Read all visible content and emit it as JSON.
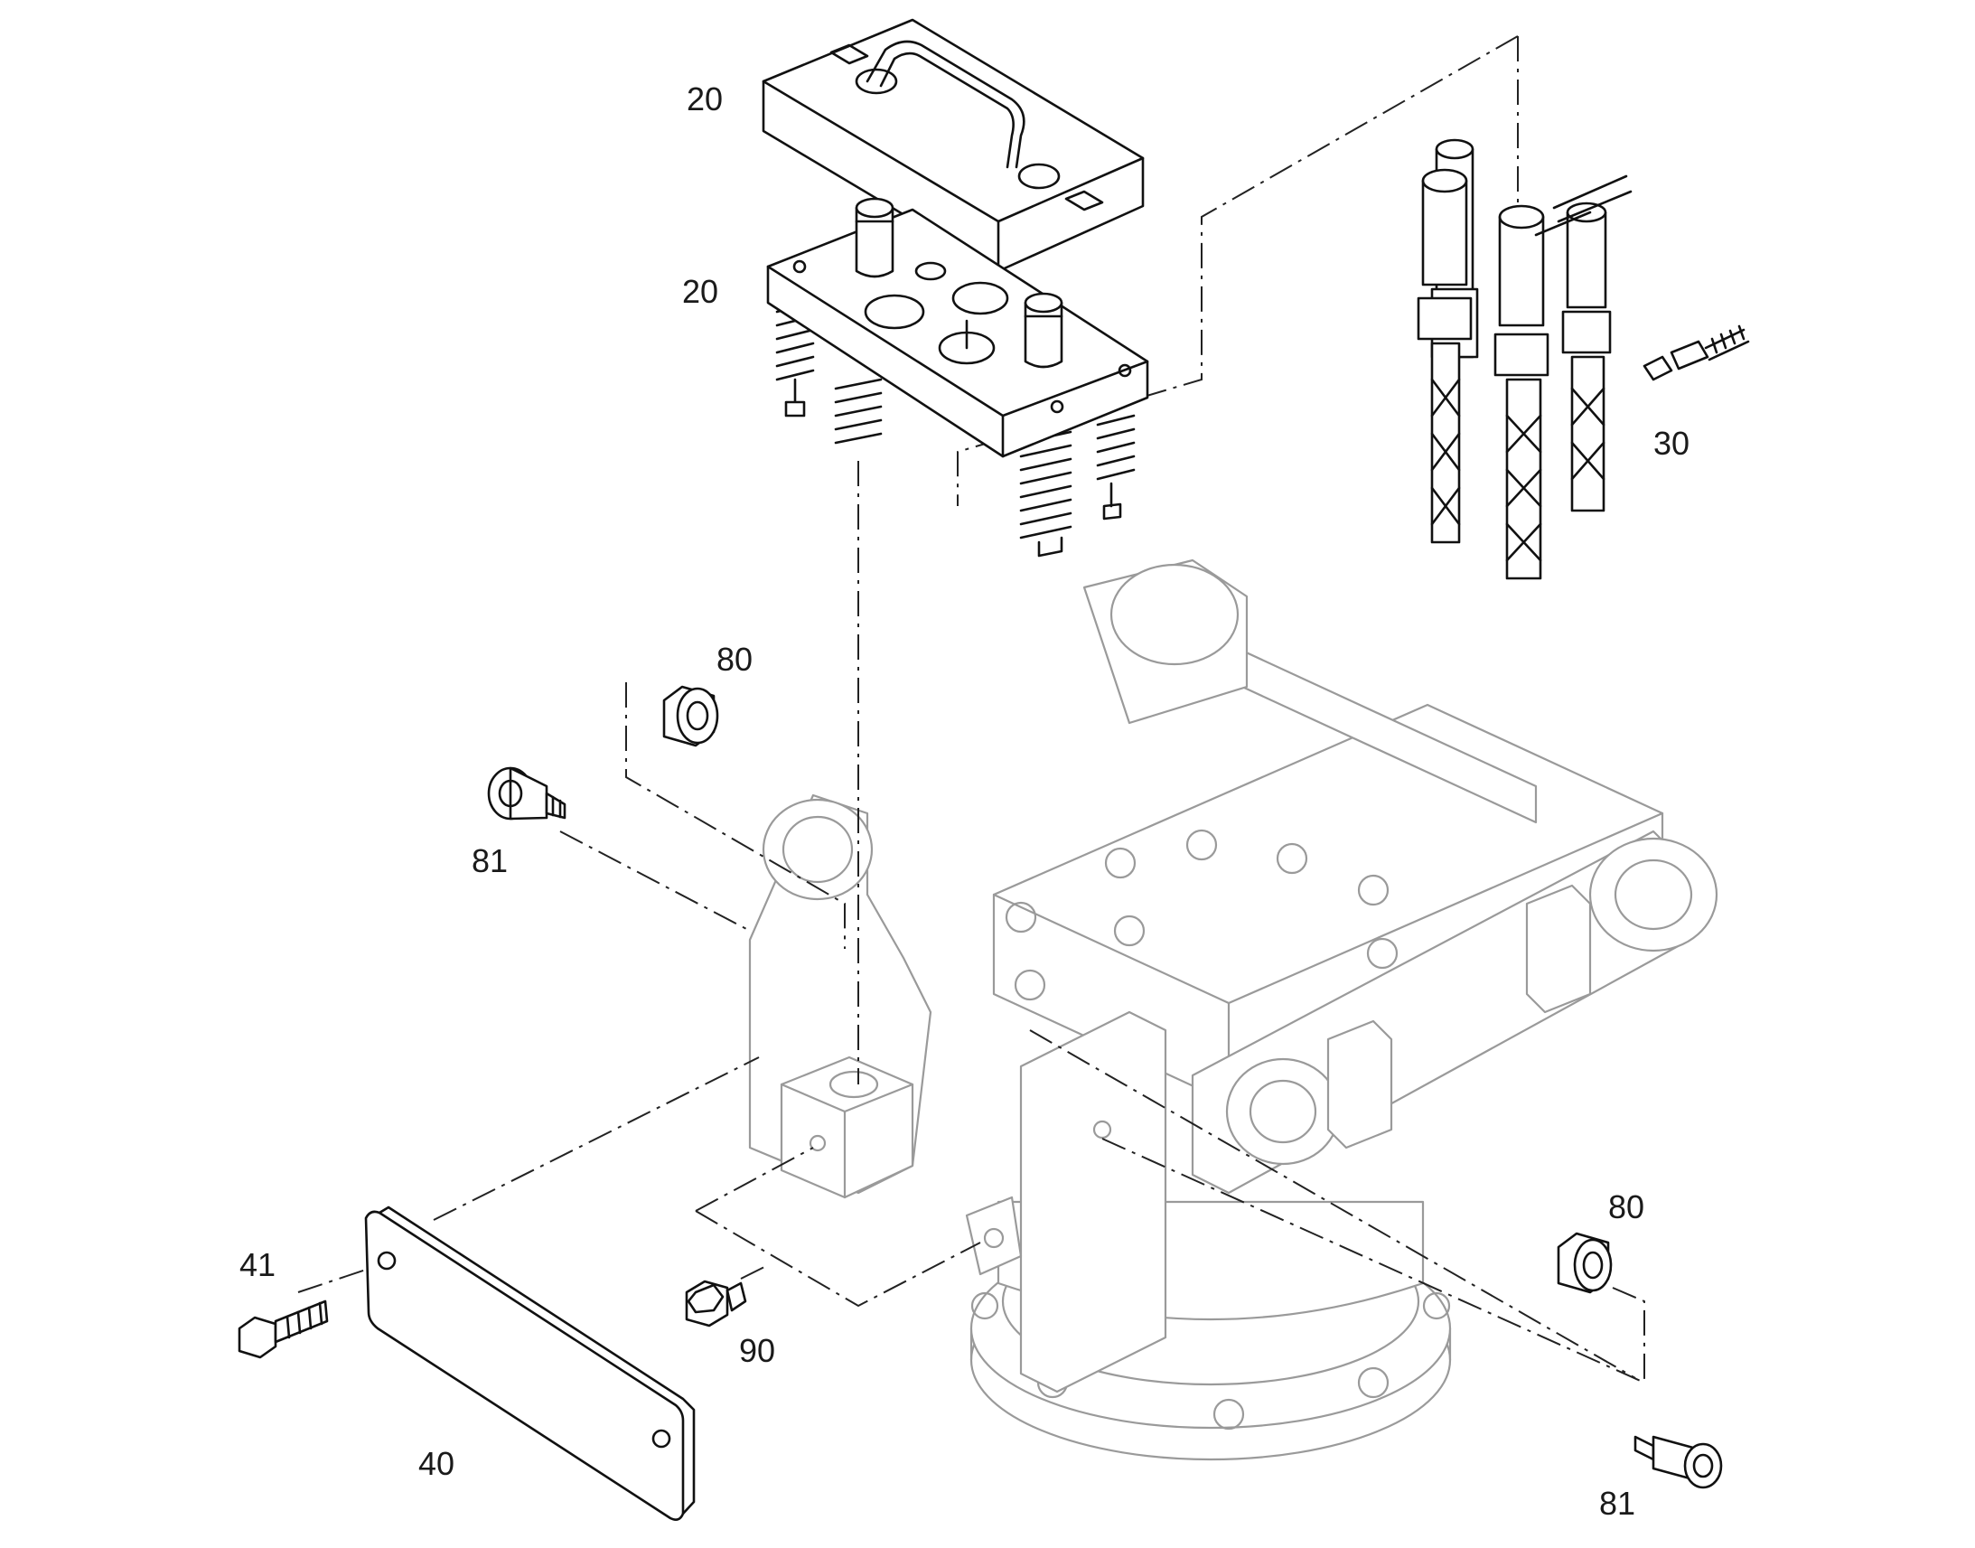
{
  "diagram": {
    "type": "exploded-parts-view",
    "callouts": {
      "c20a": "20",
      "c20b": "20",
      "c30": "30",
      "c80a": "80",
      "c81a": "81",
      "c80b": "80",
      "c41": "41",
      "c90": "90",
      "c40": "40",
      "c81b": "81"
    }
  }
}
